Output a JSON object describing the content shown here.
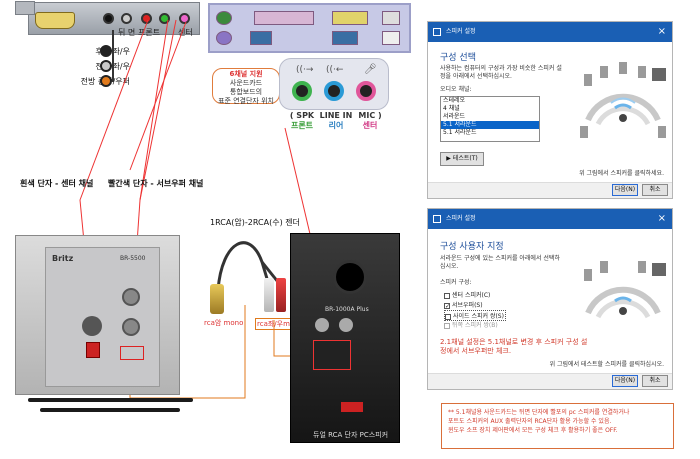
{
  "pc_card": {
    "labels": [
      "뒤 면",
      "프론트",
      "센터"
    ]
  },
  "legend": [
    {
      "label": "후방 좌/우",
      "color": "#222222"
    },
    {
      "label": "전방 좌/우",
      "color": "#c9c9c9"
    },
    {
      "label": "전방 중앙/우퍼",
      "color": "#e07a1c"
    }
  ],
  "motherboard": {
    "callout_lines": [
      "6채널 지원",
      "사운드카드",
      "통합보드의",
      "표준 연결단자 위치"
    ],
    "audio_ports": [
      {
        "label_en": "( SPK",
        "label_ko": "프론트",
        "color": "#3fb34f"
      },
      {
        "label_en": "LINE IN",
        "label_ko": "리어",
        "color": "#2a9ad6"
      },
      {
        "label_en": "MIC )",
        "label_ko": "센터",
        "color": "#e0569a"
      }
    ]
  },
  "captions": {
    "white_terminal": "흰색 단자 - 센터 채널",
    "red_terminal": "빨간색 단자 - 서브우퍼 채널",
    "cable_spec": "1RCA(암)-2RCA(수) 젠더",
    "left_plug": "rca암 mono",
    "right_plug": "rca좌/우mono",
    "dual_rca": "듀얼 RCA 단자 PC스피커"
  },
  "speakers": {
    "brand": "Britz",
    "model_left": "BR-5500",
    "model_right": "BR-1000A Plus"
  },
  "dialog_top": {
    "title": "스피커 설정",
    "heading": "구성 선택",
    "description": "사용하는 컴퓨터의 구성과 가장 비슷한 스피커 설정을 아래에서 선택하십시오.",
    "list_label": "오디오 채널:",
    "channels": [
      "스테레오",
      "4 채널",
      "서라운드",
      "5.1 서라운드",
      "5.1 서라운드"
    ],
    "selected_index": 3,
    "test_button": "▶ 테스트(T)",
    "hint": "위 그림에서 스피커를 클릭하세요.",
    "next_button": "다음(N)",
    "cancel_button": "취소"
  },
  "dialog_bottom": {
    "title": "스피커 설정",
    "heading": "구성 사용자 지정",
    "description": "서라운드 구성에 있는 스피커를 아래에서 선택하십시오.",
    "group_label": "스피커 구성:",
    "options": [
      {
        "label": "센터 스피커(C)",
        "checked": false,
        "disabled": false
      },
      {
        "label": "서브우퍼(S)",
        "checked": true,
        "disabled": false
      },
      {
        "label": "사이드 스피커 쌍(S)",
        "checked": false,
        "disabled": false
      },
      {
        "label": "뒤쪽 스피커 쌍(B)",
        "checked": false,
        "disabled": true
      }
    ],
    "red_note": "2.1채널 설정은 5.1채널로 변경 후 스피커 구성 설정에서 서브우퍼만 체크.",
    "hint": "위 그림에서 테스트할 스피커를 클릭하십시오.",
    "next_button": "다음(N)",
    "cancel_button": "취소"
  },
  "note": {
    "lines": [
      "** 5.1채널용 사운드카드는 뒤면 단자에 빨포의 pc 스피커를 연결하거나",
      "포트도 스피커의 AUX 출력단자의 RCA단자 활용 가능할 수 있음.",
      "윈도우 소프 장치 제어판에서 모든 구성 체크 후 활용하기 좋은 OFF."
    ]
  }
}
